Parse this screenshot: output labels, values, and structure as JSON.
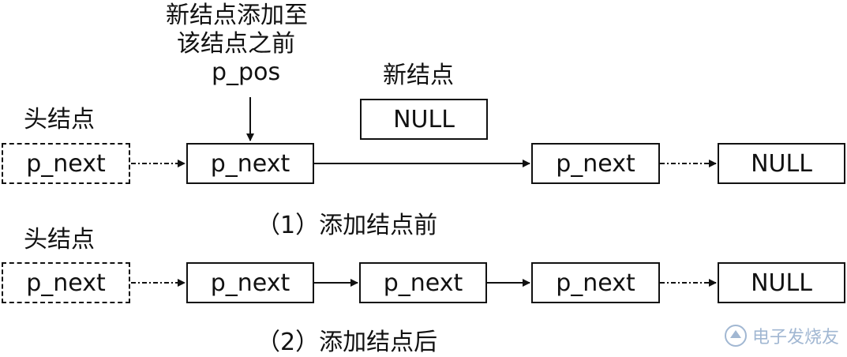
{
  "annotation": {
    "line1": "新结点添加至",
    "line2": "该结点之前",
    "line3": "p_pos"
  },
  "before": {
    "head_label": "头结点",
    "new_node_label": "新结点",
    "new_node_text": "NULL",
    "nodes": [
      "p_next",
      "p_next",
      "p_next",
      "NULL"
    ],
    "caption": "（1）添加结点前"
  },
  "after": {
    "head_label": "头结点",
    "nodes": [
      "p_next",
      "p_next",
      "p_next",
      "p_next",
      "NULL"
    ],
    "caption": "（2）添加结点后"
  },
  "watermark": "电子发烧友"
}
